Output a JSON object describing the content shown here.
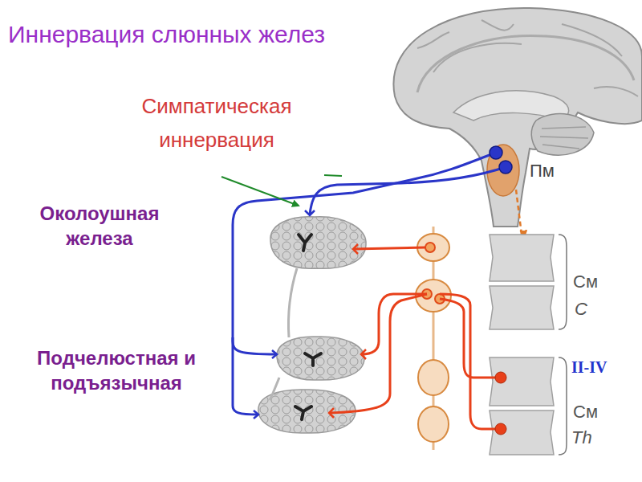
{
  "diagram": {
    "title": "Иннервация слюнных желез",
    "labels": [
      "Симпатическая иннервация",
      "Околоушная железа",
      "Подчелюстная и подъязычная",
      "Пм",
      "См",
      "C",
      "II-IV",
      "См",
      "Th"
    ]
  }
}
